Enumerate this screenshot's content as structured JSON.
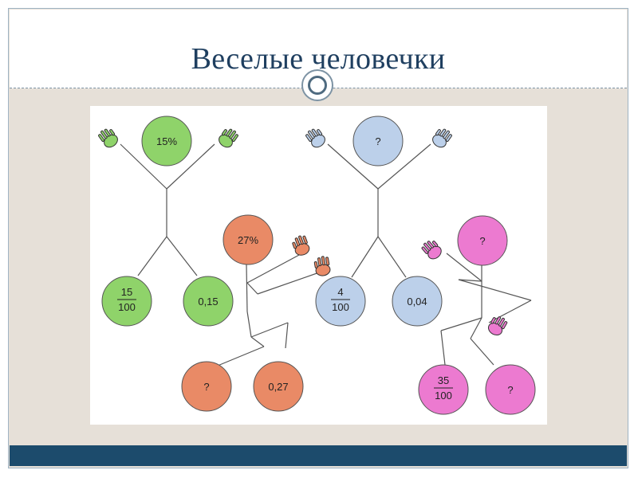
{
  "slide": {
    "title": "Веселые человечки"
  },
  "figures": [
    {
      "name": "green",
      "color": "#8fd36a",
      "head_label": "15%",
      "left_foot": {
        "kind": "fraction",
        "numerator": "15",
        "denominator": "100"
      },
      "right_foot": {
        "kind": "text",
        "text": "0,15"
      }
    },
    {
      "name": "orange",
      "color": "#e98a66",
      "head_label": "27%",
      "left_foot": {
        "kind": "text",
        "text": "?"
      },
      "right_foot": {
        "kind": "text",
        "text": "0,27"
      }
    },
    {
      "name": "blue",
      "color": "#bcd0ea",
      "head_label": "?",
      "left_foot": {
        "kind": "fraction",
        "numerator": "4",
        "denominator": "100"
      },
      "right_foot": {
        "kind": "text",
        "text": "0,04"
      }
    },
    {
      "name": "pink",
      "color": "#ec7ad0",
      "head_label": "?",
      "left_foot": {
        "kind": "fraction",
        "numerator": "35",
        "denominator": "100"
      },
      "right_foot": {
        "kind": "text",
        "text": "?"
      }
    }
  ],
  "colors": {
    "title": "#1f3f60",
    "frame_background": "#e6e0d8",
    "bottom_bar": "#1c4b6c"
  }
}
